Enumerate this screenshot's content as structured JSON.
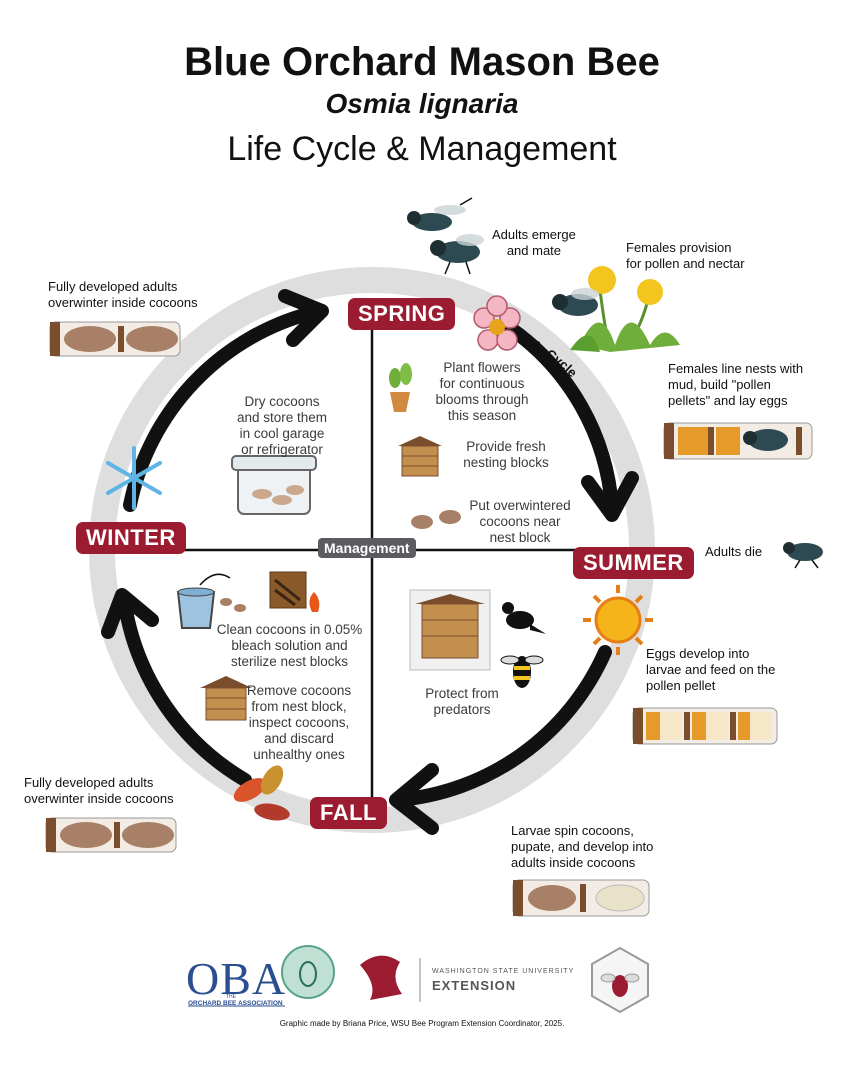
{
  "header": {
    "title": "Blue Orchard Mason Bee",
    "scientific_name": "Osmia lignaria",
    "subtitle": "Life Cycle & Management"
  },
  "seasons": {
    "spring": "SPRING",
    "summer": "SUMMER",
    "fall": "FALL",
    "winter": "WINTER"
  },
  "center_label": "Management",
  "ring_label": "Life Cycle",
  "life_cycle": {
    "emerge": "Adults emerge\nand mate",
    "provision": "Females provision\nfor pollen and nectar",
    "line_nests": "Females line nests with\nmud, build \"pollen\npellets\" and lay eggs",
    "adults_die": "Adults die",
    "eggs_develop": "Eggs develop into\nlarvae and feed on the\npollen pellet",
    "spin_cocoons": "Larvae spin cocoons,\npupate, and develop into\nadults inside cocoons",
    "overwinter_fall": "Fully developed adults\noverwinter inside cocoons",
    "overwinter_winter": "Fully developed adults\noverwinter inside cocoons"
  },
  "management": {
    "dry_cocoons": "Dry cocoons\nand store them\nin cool garage\nor refrigerator",
    "plant_flowers": "Plant flowers\nfor continuous\nblooms through\nthis season",
    "nesting_blocks": "Provide fresh\nnesting blocks",
    "put_cocoons": "Put overwintered\ncocoons near\nnest block",
    "clean_cocoons": "Clean cocoons in 0.05%\nbleach solution and\nsterilize nest blocks",
    "remove_cocoons": "Remove cocoons\nfrom nest block,\ninspect cocoons,\nand discard\nunhealthy ones",
    "protect": "Protect from\npredators"
  },
  "logos": {
    "oba_letters": "OBA",
    "oba_name": "ORCHARD BEE ASSOCIATION",
    "oba_small": "THE",
    "wsu_top": "WASHINGTON STATE UNIVERSITY",
    "wsu_bottom": "EXTENSION"
  },
  "credit": "Graphic made by Briana Price, WSU Bee Program Extension Coordinator, 2025.",
  "colors": {
    "season_badge": "#9b1b30",
    "ring": "#dedede",
    "arrow": "#111111",
    "management_badge": "#5d5a60"
  }
}
